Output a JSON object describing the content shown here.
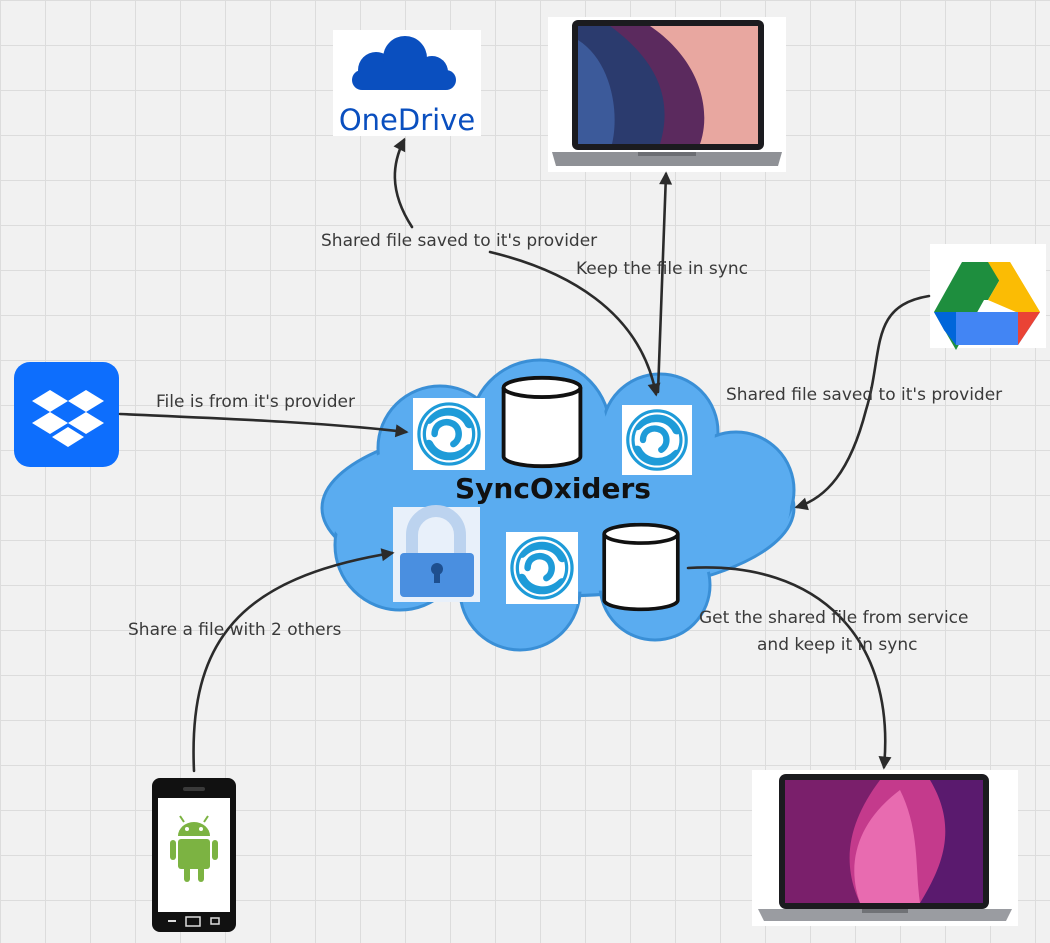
{
  "diagram_title": "SyncOxiders",
  "nodes": {
    "onedrive": {
      "text": "OneDrive",
      "icon": "onedrive-logo-icon"
    },
    "laptop_top": {
      "icon": "laptop-icon"
    },
    "gdrive": {
      "icon": "google-drive-icon"
    },
    "dropbox": {
      "icon": "dropbox-icon"
    },
    "phone": {
      "icon": "android-phone-icon"
    },
    "macbook": {
      "icon": "macbook-icon"
    }
  },
  "cloud_contents": {
    "icons": [
      "sync-icon",
      "database-icon",
      "sync-icon",
      "lock-icon",
      "sync-icon",
      "database-icon"
    ]
  },
  "edges": {
    "onedrive_label": "Shared file saved to it's provider",
    "laptop_label": "Keep the file in sync",
    "gdrive_label": "Shared file saved to it's provider",
    "dropbox_label": "File is from it's provider",
    "phone_label": "Share a file with 2 others",
    "macbook_label_1": "Get the shared file from service",
    "macbook_label_2": "and keep it in sync"
  },
  "colors": {
    "cloud_fill": "#5aacf0",
    "cloud_stroke": "#3a8fd6",
    "sync_blue": "#1e9bd8",
    "onedrive_blue": "#0a4fbf",
    "dropbox_blue": "#0d6efd",
    "lock_blue": "#4a8fe0",
    "android_green": "#7cb342"
  }
}
